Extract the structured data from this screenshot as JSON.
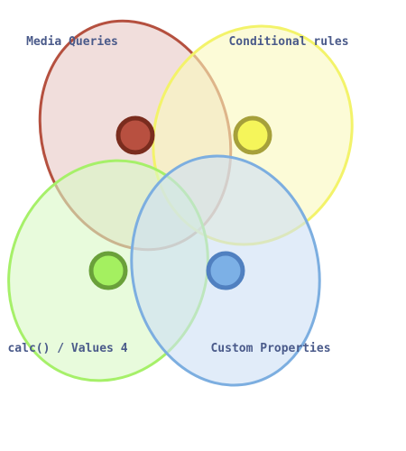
{
  "diagram": {
    "sets": [
      {
        "id": "media-queries",
        "label": "Media Queries",
        "fill": "#e8c8c4",
        "stroke": "#b5503f",
        "node_fill": "#b85040",
        "node_stroke": "#7a2c1e"
      },
      {
        "id": "conditional-rules",
        "label": "Conditional rules",
        "fill": "#faf8bc",
        "stroke": "#f3f36a",
        "node_fill": "#f5f55a",
        "node_stroke": "#a6a03a"
      },
      {
        "id": "calc-values",
        "label": "calc() / Values 4",
        "fill": "#d9f8c4",
        "stroke": "#a6f069",
        "node_fill": "#a4f060",
        "node_stroke": "#6aa03a"
      },
      {
        "id": "custom-properties",
        "label": "Custom Properties",
        "fill": "#cddff5",
        "stroke": "#7caee0",
        "node_fill": "#7cb0e6",
        "node_stroke": "#5080c0"
      }
    ],
    "label_color": "#4a5a8a"
  }
}
